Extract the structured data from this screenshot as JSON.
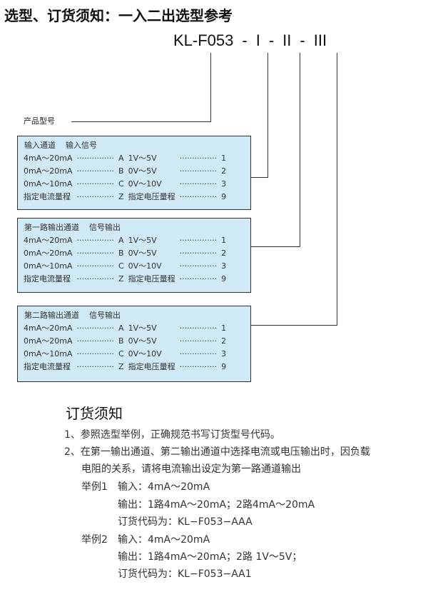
{
  "title": "选型、订货须知：一入二出选型参考",
  "model": {
    "prefix": "KL-F053",
    "sep": "-",
    "p1": "I",
    "p2": "II",
    "p3": "III"
  },
  "product_label": "产品型号",
  "boxes": [
    {
      "h1": "输入通道",
      "h2": "输入信号",
      "rows": [
        {
          "a": "4mA～20mA",
          "code": "A",
          "b": "1V～5V",
          "num": "1"
        },
        {
          "a": "0mA～20mA",
          "code": "B",
          "b": "0V～5V",
          "num": "2"
        },
        {
          "a": "0mA～10mA",
          "code": "C",
          "b": "0V～10V",
          "num": "3"
        },
        {
          "a": "指定电流量程",
          "code": "Z",
          "b": "指定电压量程",
          "num": "9"
        }
      ]
    },
    {
      "h1": "第一路输出通道",
      "h2": "信号输出",
      "rows": [
        {
          "a": "4mA～20mA",
          "code": "A",
          "b": "1V～5V",
          "num": "1"
        },
        {
          "a": "0mA～20mA",
          "code": "B",
          "b": "0V～5V",
          "num": "2"
        },
        {
          "a": "0mA～10mA",
          "code": "C",
          "b": "0V～10V",
          "num": "3"
        },
        {
          "a": "指定电流量程",
          "code": "Z",
          "b": "指定电压量程",
          "num": "9"
        }
      ]
    },
    {
      "h1": "第二路输出通道",
      "h2": "信号输出",
      "rows": [
        {
          "a": "4mA～20mA",
          "code": "A",
          "b": "1V～5V",
          "num": "1"
        },
        {
          "a": "0mA～20mA",
          "code": "B",
          "b": "0V～5V",
          "num": "2"
        },
        {
          "a": "0mA～10mA",
          "code": "C",
          "b": "0V～10V",
          "num": "3"
        },
        {
          "a": "指定电流量程",
          "code": "Z",
          "b": "指定电压量程",
          "num": "9"
        }
      ]
    }
  ],
  "dots": "···············",
  "order": {
    "title": "订货须知",
    "lines": [
      "1、参照选型举例，正确规范书写订货型号代码。",
      "2、在第一输出通道、第二输出通道中选择电流或电压输出时，因负载",
      "电阻的关系，请将电流输出设定为第一路通道输出",
      "举例1",
      "输入：4mA～20mA",
      "输出：1路4mA～20mA；2路4mA～20mA",
      "订货代码为：KL−F053−AAA",
      "举例2",
      "输入：4mA～20mA",
      "输出：1路4mA～20mA；2路 1V～5V；",
      "订货代码为：KL−F053−AA1"
    ]
  }
}
